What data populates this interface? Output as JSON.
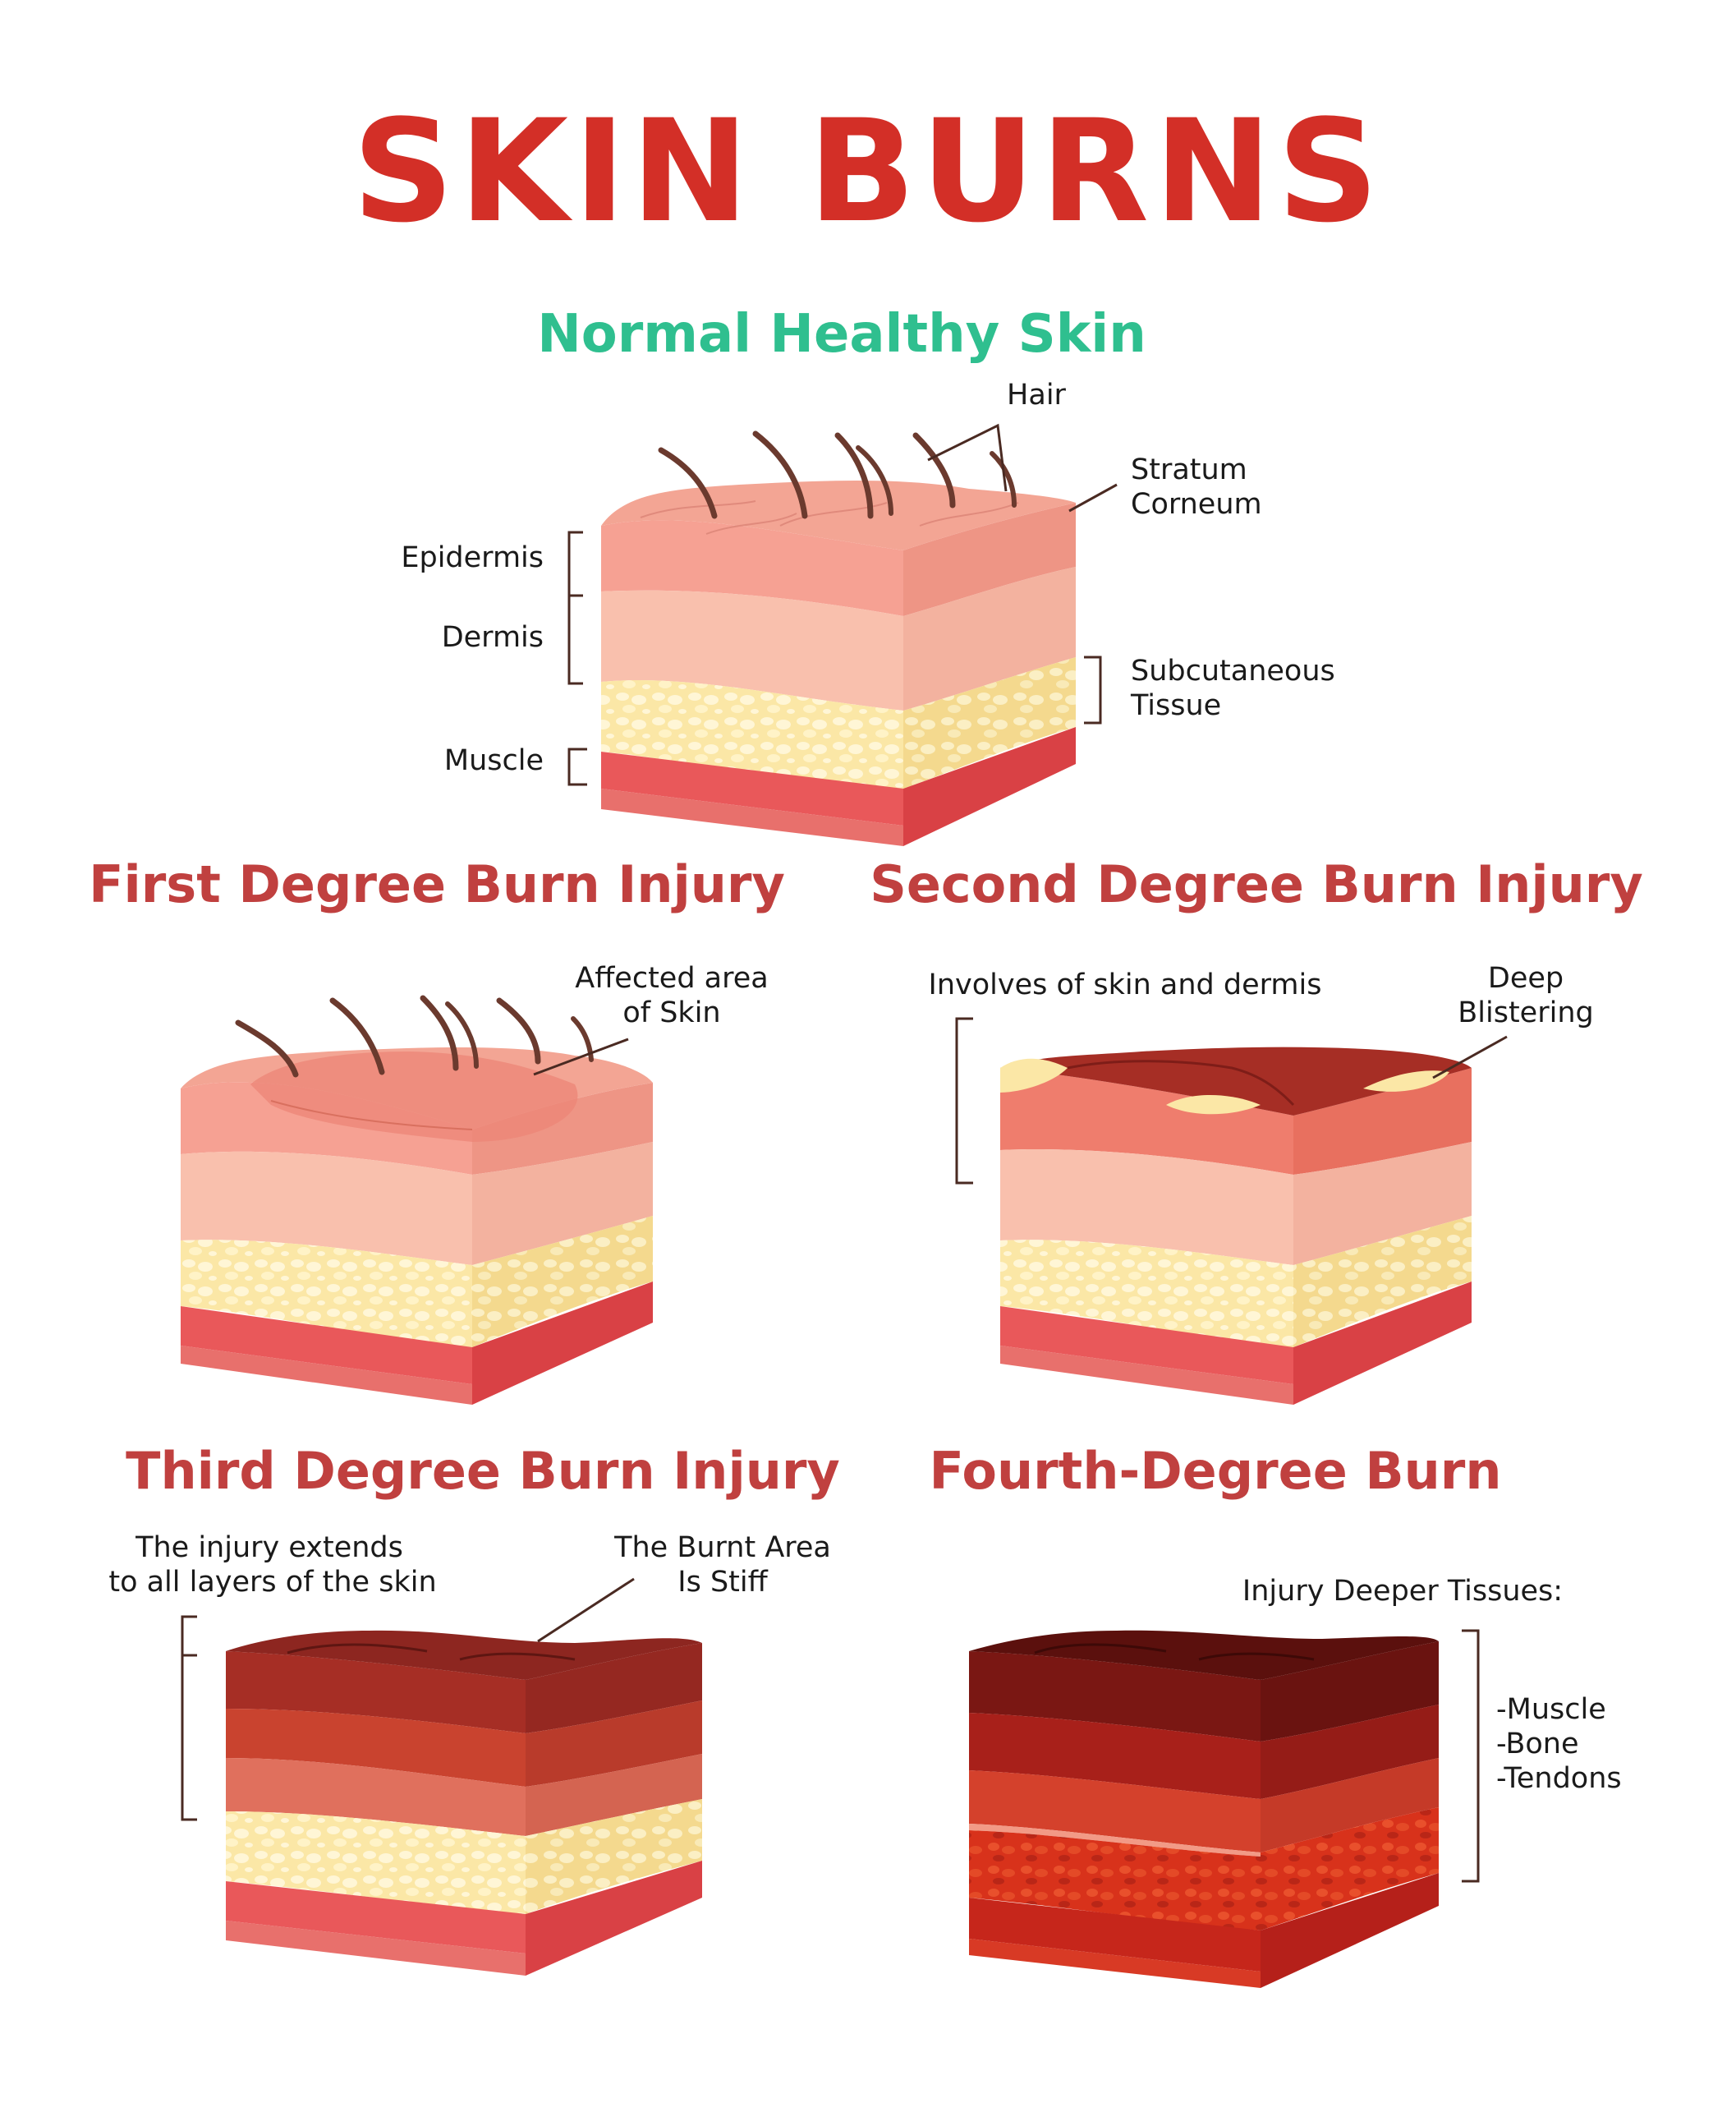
{
  "title": "SKIN BURNS",
  "colors": {
    "title": "#d32f27",
    "teal": "#2fbf8f",
    "section": "#c0403f",
    "leader": "#4a2a22",
    "epidermis": "#f6a193",
    "dermis": "#f9c0ad",
    "fat": "#fbe7a6",
    "muscle": "#e0484a"
  },
  "normal": {
    "heading": "Normal Healthy Skin",
    "hair": "Hair",
    "stratum": [
      "Stratum",
      "Corneum"
    ],
    "epidermis": "Epidermis",
    "dermis": "Dermis",
    "subcutaneous": [
      "Subcutaneous",
      "Tissue"
    ],
    "muscle": "Muscle"
  },
  "first": {
    "heading": "First Degree Burn Injury",
    "affected": [
      "Affected area",
      "of Skin"
    ]
  },
  "second": {
    "heading": "Second Degree Burn Injury",
    "involves": "Involves of skin and dermis",
    "blister": [
      "Deep",
      "Blistering"
    ]
  },
  "third": {
    "heading": "Third Degree Burn Injury",
    "extends": [
      "The injury extends",
      "to all layers of the skin"
    ],
    "stiff": [
      "The Burnt Area",
      "Is Stiff"
    ]
  },
  "fourth": {
    "heading": "Fourth-Degree Burn",
    "deeper": "Injury Deeper Tissues:",
    "items": [
      "-Muscle",
      "-Bone",
      "-Tendons"
    ]
  }
}
